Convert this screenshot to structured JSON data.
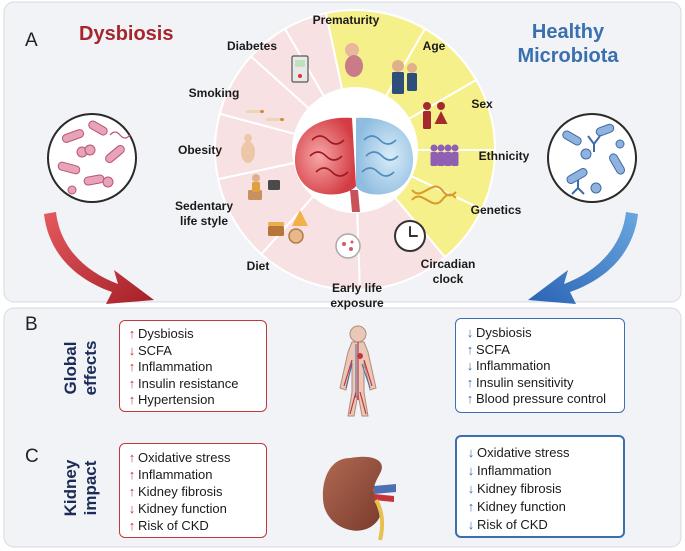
{
  "panel_labels": {
    "a": "A",
    "b": "B",
    "c": "C"
  },
  "dysbiosis_title": "Dysbiosis",
  "healthy_title_line1": "Healthy",
  "healthy_title_line2": "Microbiota",
  "factors": {
    "prematurity": "Prematurity",
    "age": "Age",
    "sex": "Sex",
    "ethnicity": "Ethnicity",
    "genetics": "Genetics",
    "circadian_line1": "Circadian",
    "circadian_line2": "clock",
    "early_line1": "Early life",
    "early_line2": "exposure",
    "diet": "Diet",
    "sedentary_line1": "Sedentary",
    "sedentary_line2": "life style",
    "obesity": "Obesity",
    "smoking": "Smoking",
    "diabetes": "Diabetes"
  },
  "global_effects_line1": "Global",
  "global_effects_line2": "effects",
  "kidney_impact_line1": "Kidney",
  "kidney_impact_line2": "impact",
  "arrows": {
    "up": "↑",
    "down": "↓"
  },
  "global_dysbiosis": [
    {
      "dir": "up",
      "text": "Dysbiosis"
    },
    {
      "dir": "down",
      "text": "SCFA"
    },
    {
      "dir": "up",
      "text": "Inflammation"
    },
    {
      "dir": "up",
      "text": "Insulin resistance"
    },
    {
      "dir": "up",
      "text": "Hypertension"
    }
  ],
  "global_healthy": [
    {
      "dir": "down",
      "text": "Dysbiosis"
    },
    {
      "dir": "up",
      "text": "SCFA"
    },
    {
      "dir": "down",
      "text": "Inflammation"
    },
    {
      "dir": "up",
      "text": "Insulin sensitivity"
    },
    {
      "dir": "up",
      "text": "Blood pressure control"
    }
  ],
  "kidney_dysbiosis": [
    {
      "dir": "up",
      "text": "Oxidative stress"
    },
    {
      "dir": "up",
      "text": "Inflammation"
    },
    {
      "dir": "up",
      "text": "Kidney fibrosis"
    },
    {
      "dir": "down",
      "text": "Kidney function"
    },
    {
      "dir": "up",
      "text": "Risk of CKD"
    }
  ],
  "kidney_healthy": [
    {
      "dir": "down",
      "text": "Oxidative stress"
    },
    {
      "dir": "down",
      "text": "Inflammation"
    },
    {
      "dir": "down",
      "text": "Kidney fibrosis"
    },
    {
      "dir": "up",
      "text": "Kidney function"
    },
    {
      "dir": "down",
      "text": "Risk of CKD"
    }
  ],
  "colors": {
    "dysbiosis_red": "#a5262c",
    "healthy_blue": "#3a6fb0",
    "wheel_pink": "#f7e1e2",
    "wheel_yellow": "#f6f08a",
    "panel_bg": "#f1f3f7"
  },
  "icons": {
    "bad_bacteria": "bad-bacteria-circle-icon",
    "good_bacteria": "good-bacteria-circle-icon",
    "gut": "intestine-icon",
    "human_body": "human-circulatory-icon",
    "kidney": "kidney-icon"
  }
}
